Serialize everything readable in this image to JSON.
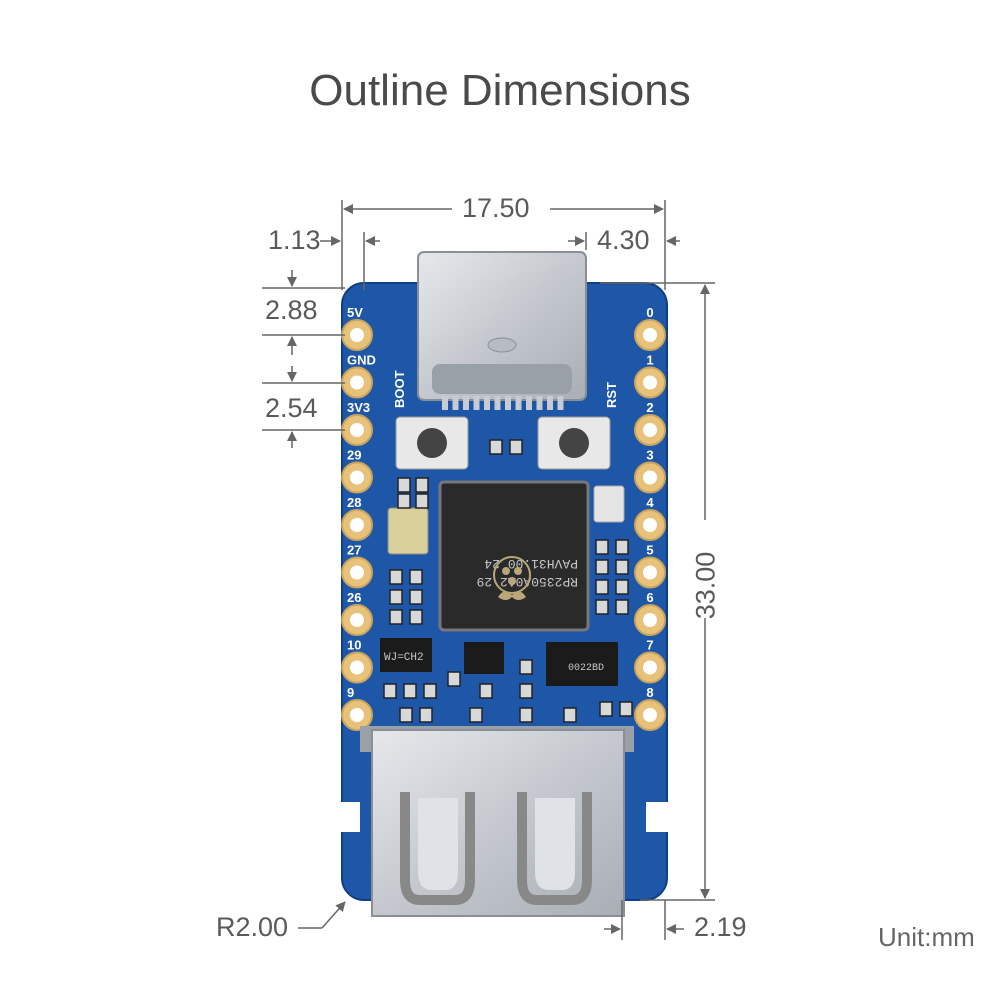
{
  "title": "Outline Dimensions",
  "unit_label": "Unit:mm",
  "dimensions": {
    "width_total": "17.50",
    "left_offset": "1.13",
    "right_offset": "4.30",
    "pin_top": "2.88",
    "pin_pitch": "2.54",
    "height_total": "33.00",
    "corner_radius": "R2.00",
    "usb_a_overhang": "2.19"
  },
  "board": {
    "left_pins": [
      "5V",
      "GND",
      "3V3",
      "29",
      "28",
      "27",
      "26",
      "10",
      "9"
    ],
    "right_pins": [
      "0",
      "1",
      "2",
      "3",
      "4",
      "5",
      "6",
      "7",
      "8"
    ],
    "button_left_label": "BOOT",
    "button_right_label": "RST",
    "chip_lines": [
      "RP2350A0A2 29",
      "PAVH31.00 24"
    ],
    "regulator_marking": "WJ=CH2",
    "ic_marking": "0022BD"
  },
  "colors": {
    "pcb": "#1e56a8",
    "pad": "#e8c27a",
    "metal": "#cfd3d8",
    "chip": "#2a2a2a",
    "dimension_line": "#666666"
  }
}
